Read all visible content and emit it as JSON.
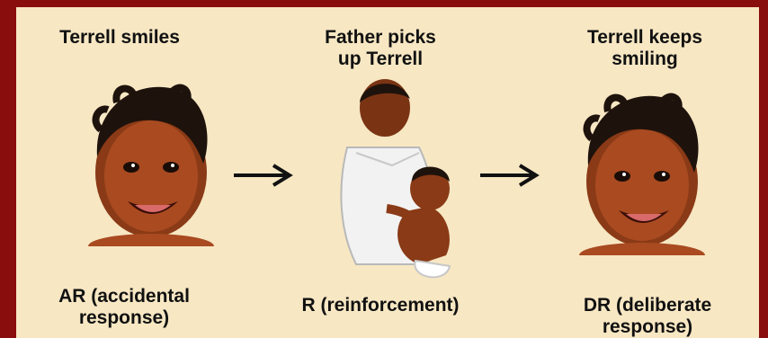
{
  "steps": [
    {
      "caption": "Terrell smiles",
      "label": "AR (accidental\nresponse)"
    },
    {
      "caption": "Father picks\nup Terrell",
      "label": "R (reinforcement)"
    },
    {
      "caption": "Terrell keeps\nsmiling",
      "label": "DR (deliberate\nresponse)"
    }
  ],
  "colors": {
    "frame": "#8a0d0d",
    "panel": "#f7e7c3",
    "skin": "#8a3a16",
    "hair": "#1e120c"
  }
}
